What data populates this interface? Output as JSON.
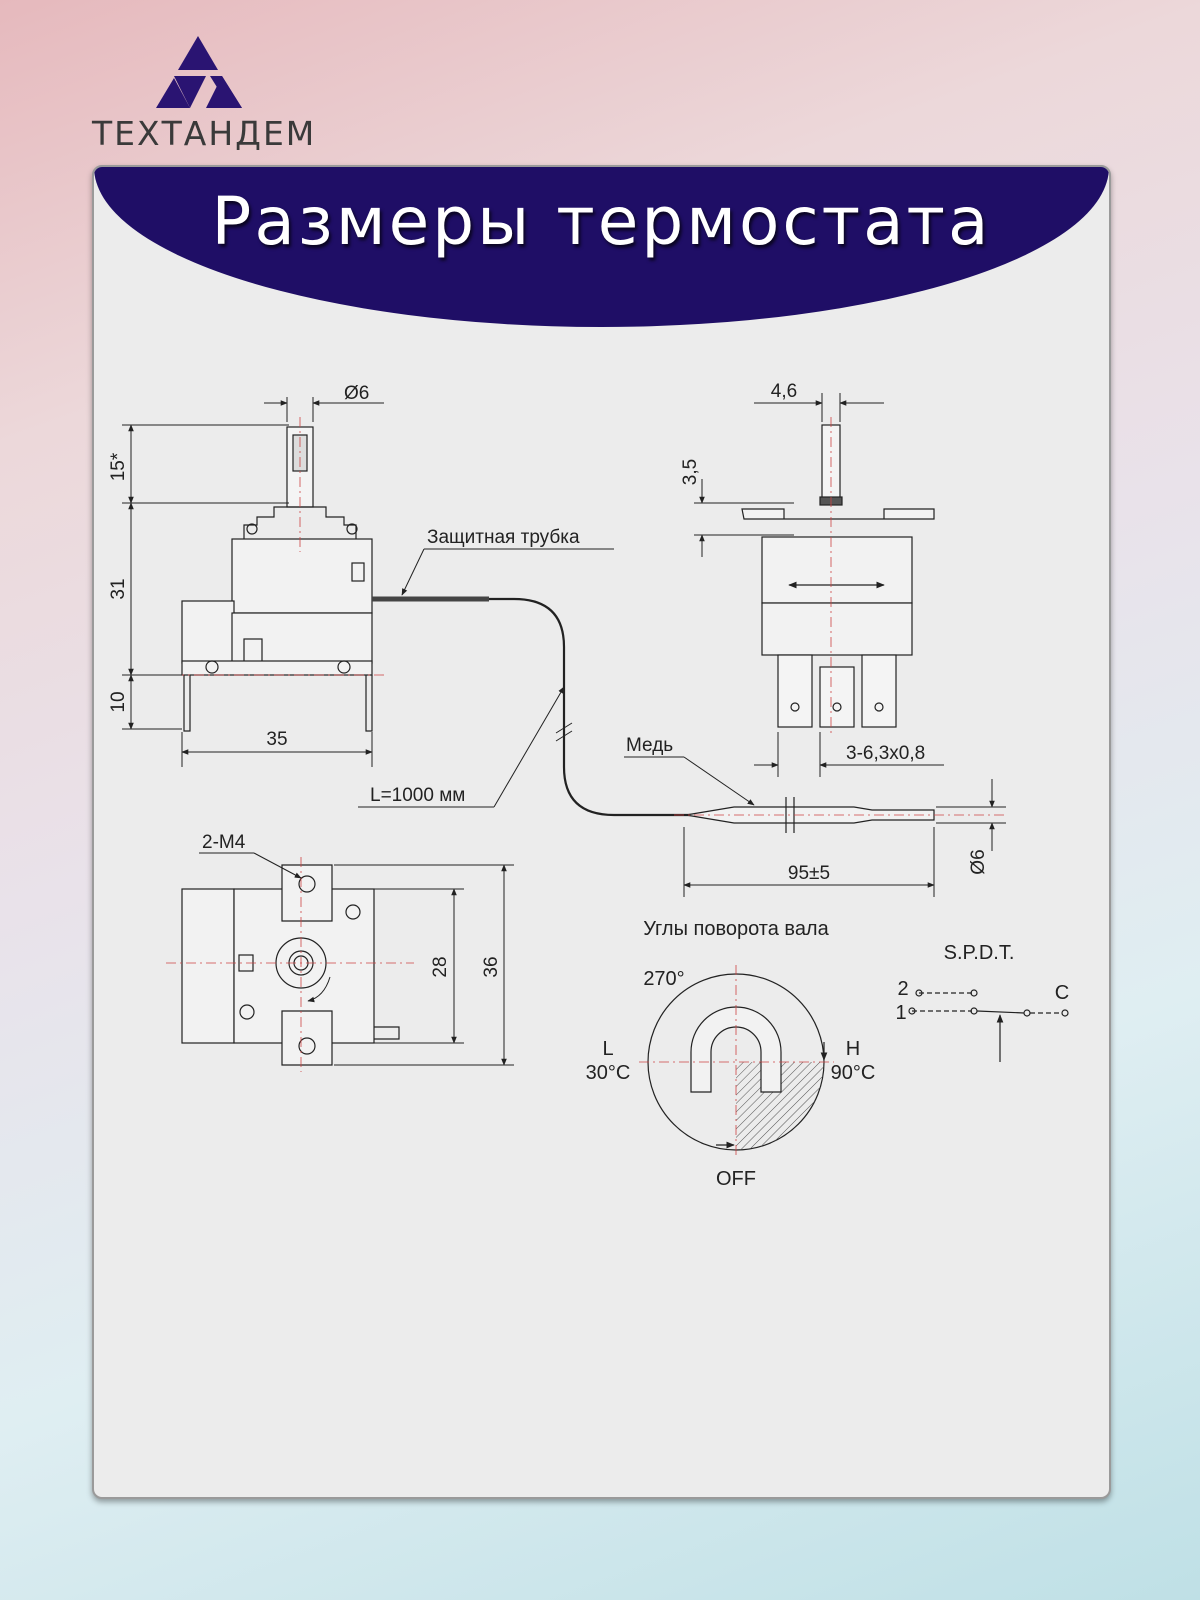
{
  "brand": {
    "name": "ТЕХТАНДЕМ",
    "color": "#2a1472"
  },
  "header": {
    "title": "Размеры термостата",
    "banner_color": "#1f0e66"
  },
  "labels": {
    "d6_top": "Ø6",
    "h15": "15*",
    "h31": "31",
    "h10": "10",
    "w35": "35",
    "tube": "Защитная трубка",
    "length": "L=1000 мм",
    "w46": "4,6",
    "h35": "3,5",
    "terminals": "3-6,3x0,8",
    "copper": "Медь",
    "bulb_len": "95±5",
    "bulb_d": "Ø6",
    "m4": "2-M4",
    "h28": "28",
    "h36": "36",
    "angles_title": "Углы поворота вала",
    "a270": "270°",
    "L": "L",
    "L_temp": "30°C",
    "H": "H",
    "H_temp": "90°C",
    "off": "OFF",
    "spdt": "S.P.D.T.",
    "c2": "2",
    "c1": "1",
    "cC": "C"
  }
}
